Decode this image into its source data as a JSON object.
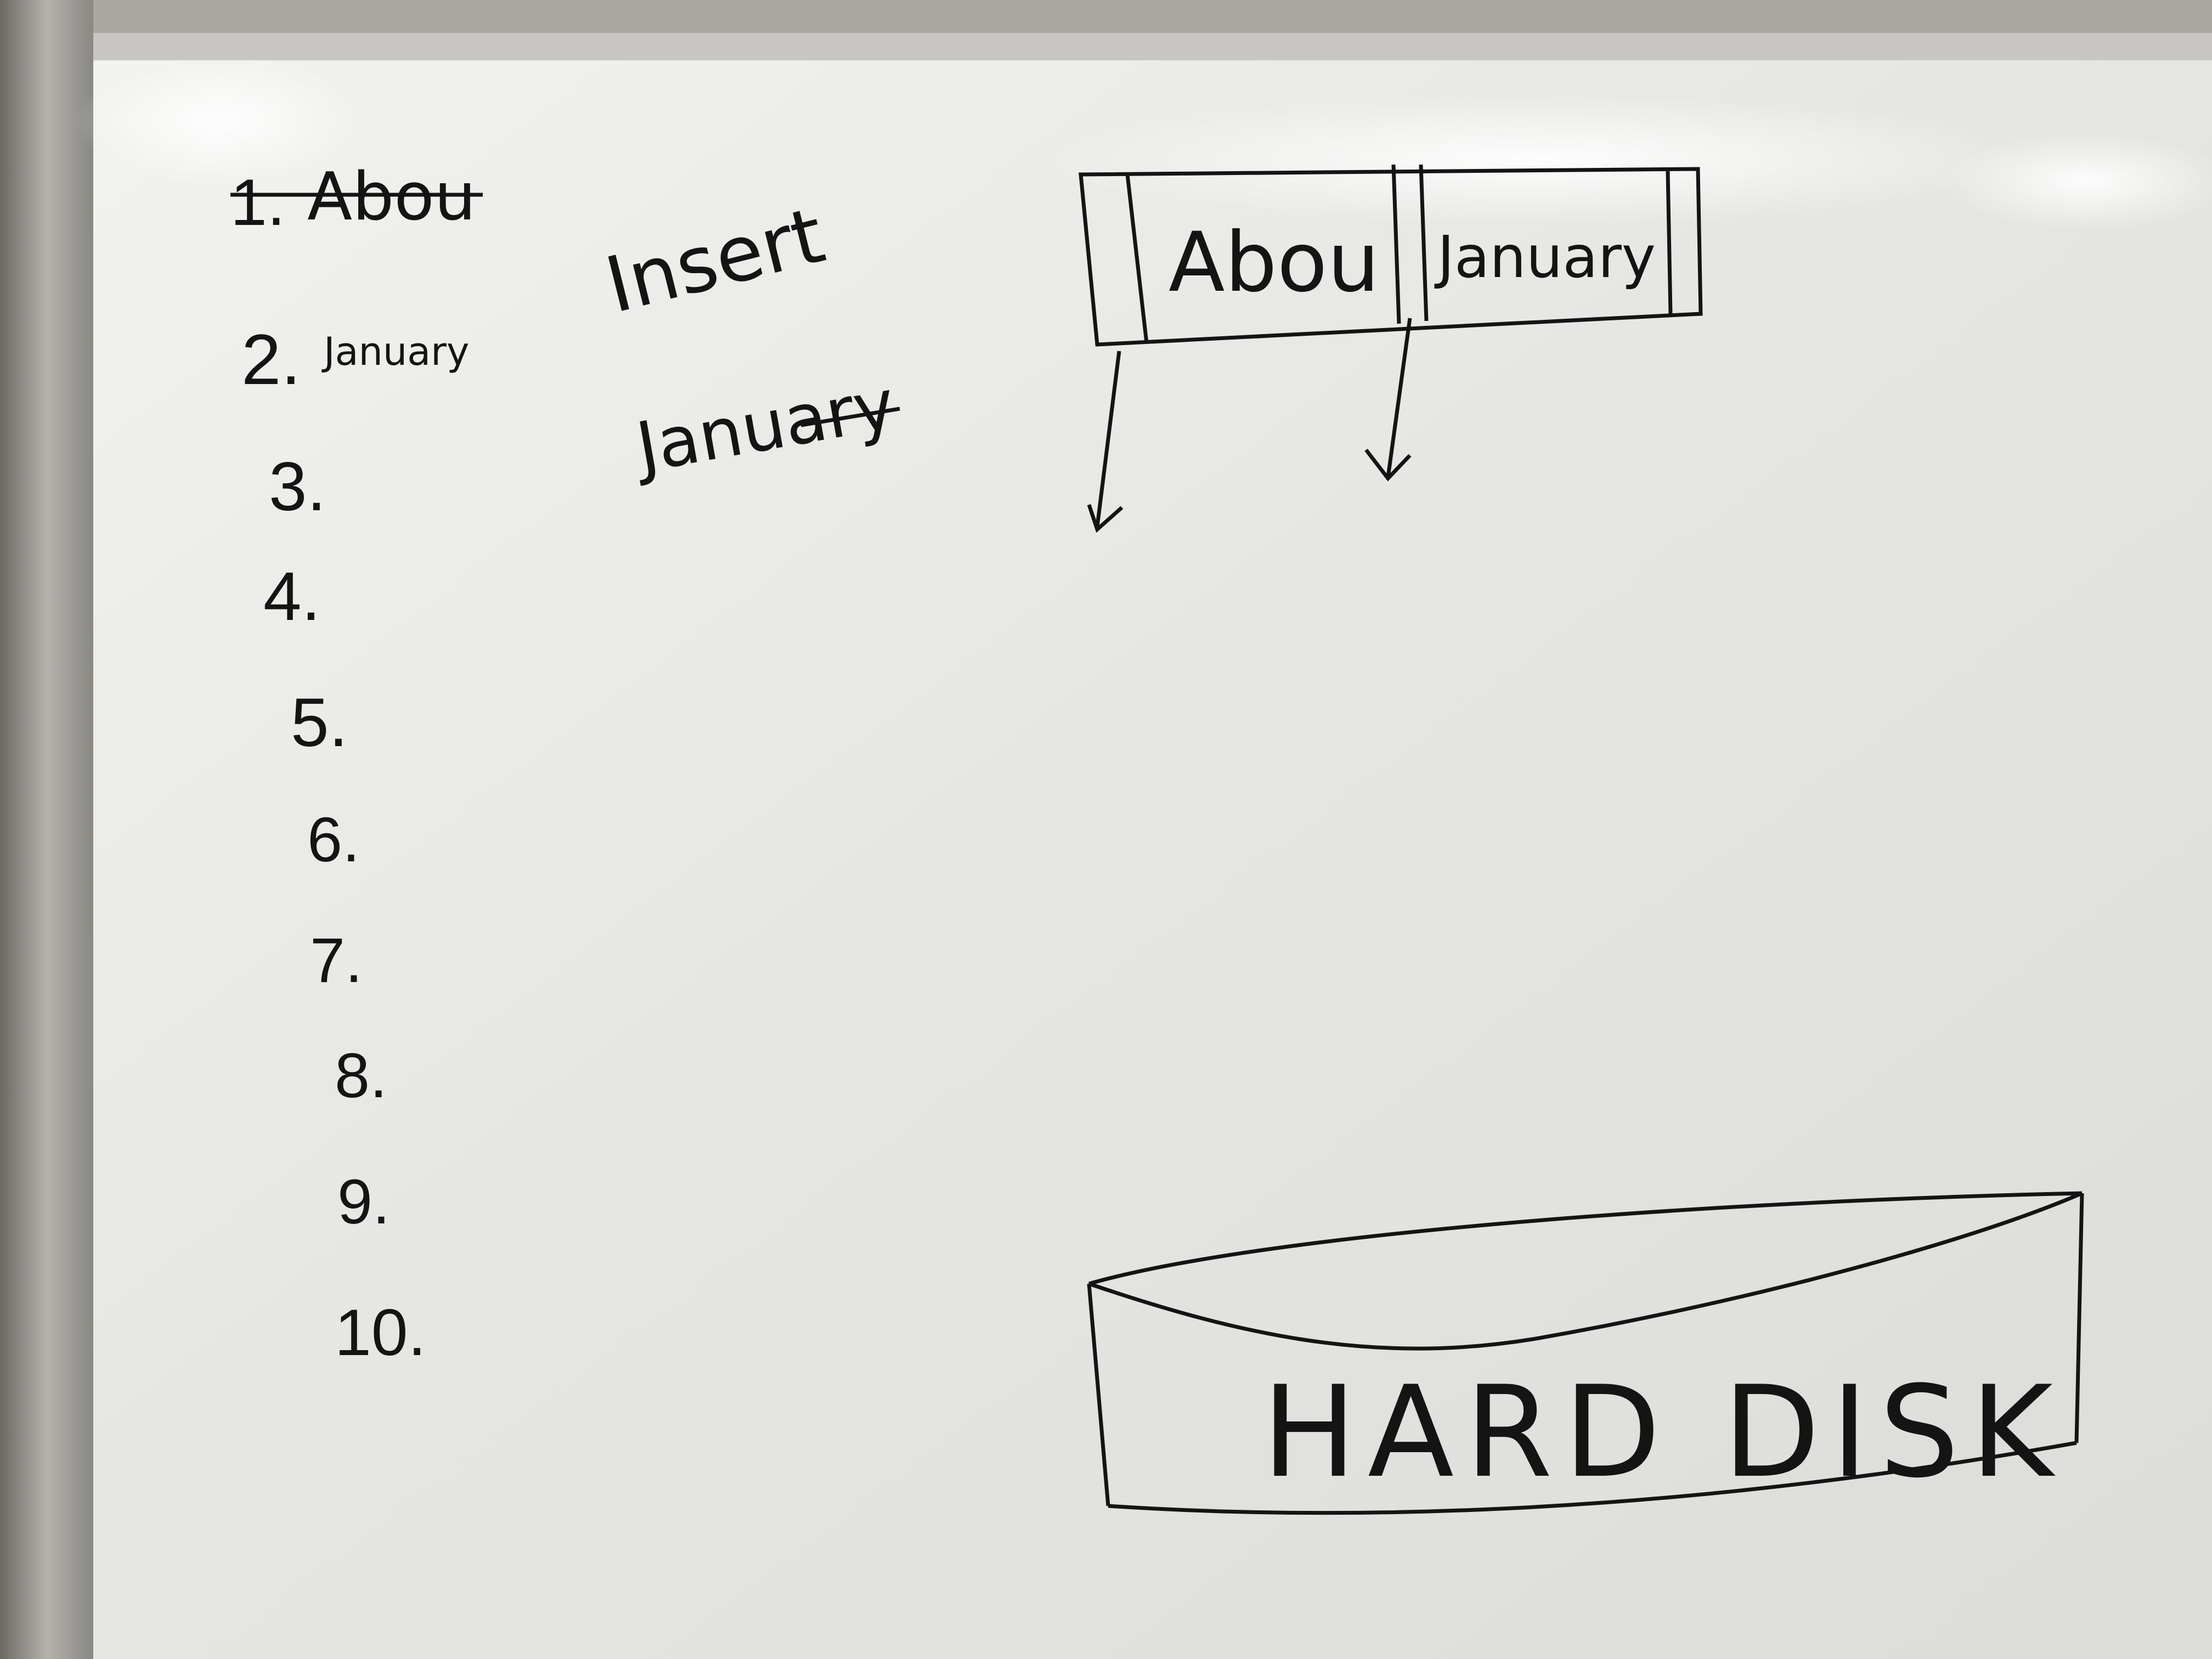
{
  "board": {
    "list": {
      "items": [
        {
          "number": "1.",
          "text": "Abou",
          "struck_through": true
        },
        {
          "number": "2.",
          "text": "January",
          "struck_through": false
        },
        {
          "number": "3.",
          "text": ""
        },
        {
          "number": "4.",
          "text": ""
        },
        {
          "number": "5.",
          "text": ""
        },
        {
          "number": "6.",
          "text": ""
        },
        {
          "number": "7.",
          "text": ""
        },
        {
          "number": "8.",
          "text": ""
        },
        {
          "number": "9.",
          "text": ""
        },
        {
          "number": "10.",
          "text": ""
        }
      ]
    },
    "note": {
      "line1": "Insert",
      "line2": "January"
    },
    "buffer": {
      "cells": [
        "Abou",
        "January"
      ]
    },
    "disk": {
      "label": "HARD DISK"
    }
  },
  "colors": {
    "ink": "#141414",
    "board": "#e9e9e6",
    "frame": "#9c9a95"
  }
}
